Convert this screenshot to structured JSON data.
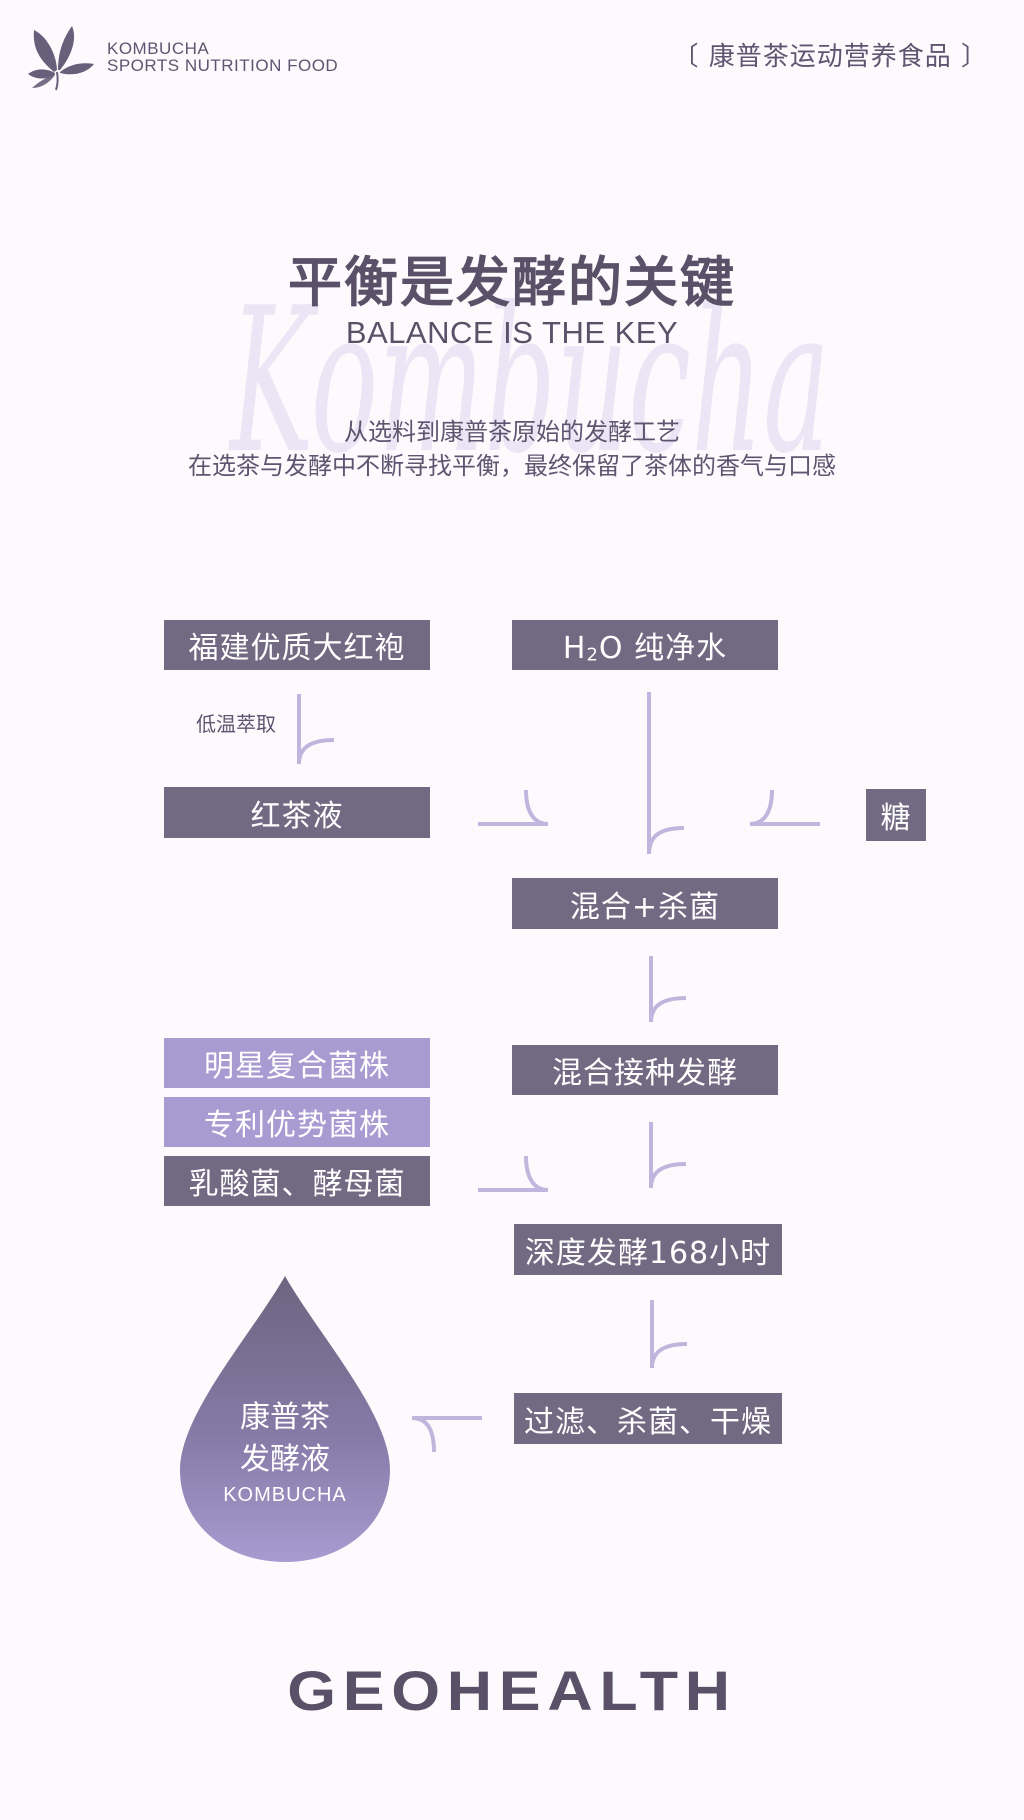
{
  "header": {
    "logo_line1": "KOMBUCHA",
    "logo_line2": "SPORTS NUTRITION FOOD",
    "logo_icon": "leaf-icon",
    "right_title": "〔 康普茶运动营养食品 〕"
  },
  "hero": {
    "watermark": "Kombucha",
    "title_cn": "平衡是发酵的关键",
    "title_en": "BALANCE IS THE KEY",
    "subtitle_line1": "从选料到康普茶原始的发酵工艺",
    "subtitle_line2": "在选茶与发酵中不断寻找平衡，最终保留了茶体的香气与口感"
  },
  "flow": {
    "tea_source": "福建优质大红袍",
    "water": "H2O 纯净水",
    "water_prefix": "H",
    "water_sub": "2",
    "water_suffix": "O 纯净水",
    "extraction_label": "低温萃取",
    "tea_liquid": "红茶液",
    "sugar": "糖",
    "mix_sterilize": "混合+杀菌",
    "strain_1": "明星复合菌株",
    "strain_2": "专利优势菌株",
    "strain_3": "乳酸菌、酵母菌",
    "inoculate": "混合接种发酵",
    "deep_ferment": "深度发酵168小时",
    "filter": "过滤、杀菌、干燥",
    "result_line1": "康普茶",
    "result_line2": "发酵液",
    "result_en": "KOMBUCHA"
  },
  "footer": {
    "brand": "GEOHEALTH"
  },
  "colors": {
    "background": "#fdfafd",
    "text": "#5a5169",
    "box_dark": "#716a82",
    "box_light": "#a79bd1",
    "connector": "#bfb6de",
    "watermark": "#ebe6f5"
  }
}
